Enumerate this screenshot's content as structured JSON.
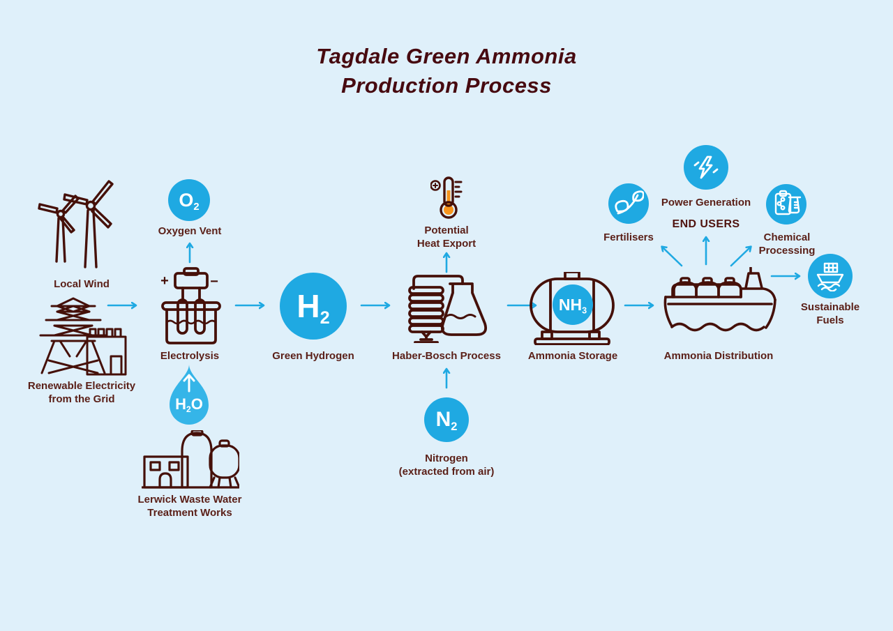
{
  "title": {
    "line1": "Tagdale Green Ammonia",
    "line2": "Production Process"
  },
  "colors": {
    "background": "#dff0fa",
    "cyan": "#1fa9e2",
    "drop_cyan": "#35b5e8",
    "outline_maroon": "#451009",
    "label_maroon": "#5a1f17",
    "thermometer_orange": "#f7941d",
    "badge_text": "#ffffff"
  },
  "badges": {
    "oxygen": {
      "pre": "O",
      "sub": "2"
    },
    "hydrogen": {
      "pre": "H",
      "sub": "2"
    },
    "water": {
      "pre": "H",
      "sub": "2",
      "post": "O"
    },
    "nitrogen": {
      "pre": "N",
      "sub": "2"
    },
    "ammonia": {
      "pre": "NH",
      "sub": "3"
    }
  },
  "electrolysis_signs": {
    "plus": "+",
    "minus": "−"
  },
  "labels": {
    "local_wind": "Local Wind",
    "renewable_1": "Renewable Electricity",
    "renewable_2": "from the Grid",
    "oxygen_vent": "Oxygen Vent",
    "electrolysis": "Electrolysis",
    "waste_water_1": "Lerwick Waste Water",
    "waste_water_2": "Treatment Works",
    "green_hydrogen": "Green Hydrogen",
    "heat_export_1": "Potential",
    "heat_export_2": "Heat Export",
    "haber_bosch": "Haber-Bosch Process",
    "nitrogen_1": "Nitrogen",
    "nitrogen_2": "(extracted from air)",
    "ammonia_storage": "Ammonia Storage",
    "ammonia_distribution": "Ammonia Distribution",
    "end_users": "END USERS",
    "fertilisers": "Fertilisers",
    "power_generation": "Power Generation",
    "chemical_1": "Chemical",
    "chemical_2": "Processing",
    "fuels_1": "Sustainable",
    "fuels_2": "Fuels"
  }
}
